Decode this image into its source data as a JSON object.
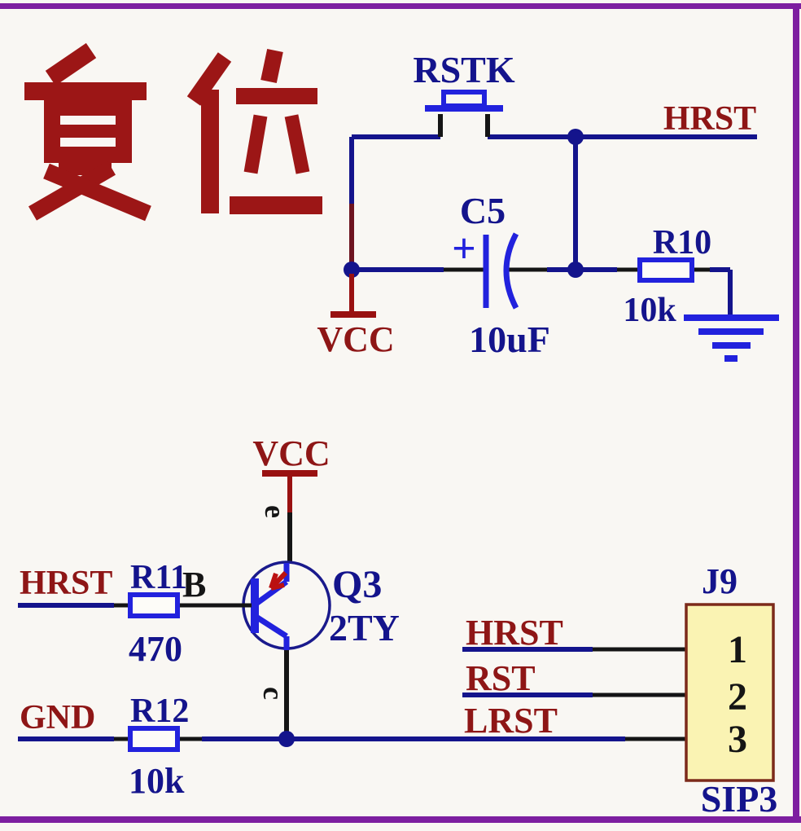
{
  "title": {
    "text": "复位"
  },
  "colors": {
    "wire_navy": "#14148c",
    "component_blue": "#2222dd",
    "lead_black": "#151515",
    "label_dark_red": "#8e1616",
    "title_red": "#9c1616",
    "vcc_red": "#991111",
    "arrow_red": "#bb1111",
    "border_purple": "#7d1fa0",
    "connector_fill": "#faf3b3",
    "connector_border": "#7c2a1a",
    "background": "#f9f7f3"
  },
  "top_circuit": {
    "button": {
      "ref": "RSTK"
    },
    "net_hrst": "HRST",
    "capacitor": {
      "ref": "C5",
      "value": "10uF",
      "polarity": "+"
    },
    "power_vcc": "VCC",
    "resistor_r10": {
      "ref": "R10",
      "value": "10k"
    }
  },
  "bottom_circuit": {
    "power_vcc": "VCC",
    "transistor": {
      "ref": "Q3",
      "part": "2TY",
      "pins": {
        "e": "e",
        "b": "B",
        "c": "c"
      }
    },
    "resistor_r11": {
      "ref": "R11",
      "value": "470"
    },
    "resistor_r12": {
      "ref": "R12",
      "value": "10k"
    },
    "net_hrst_in": "HRST",
    "net_gnd": "GND",
    "net_hrst": "HRST",
    "net_rst": "RST",
    "net_lrst": "LRST",
    "connector": {
      "ref": "J9",
      "type": "SIP3",
      "pins": [
        "1",
        "2",
        "3"
      ]
    }
  }
}
